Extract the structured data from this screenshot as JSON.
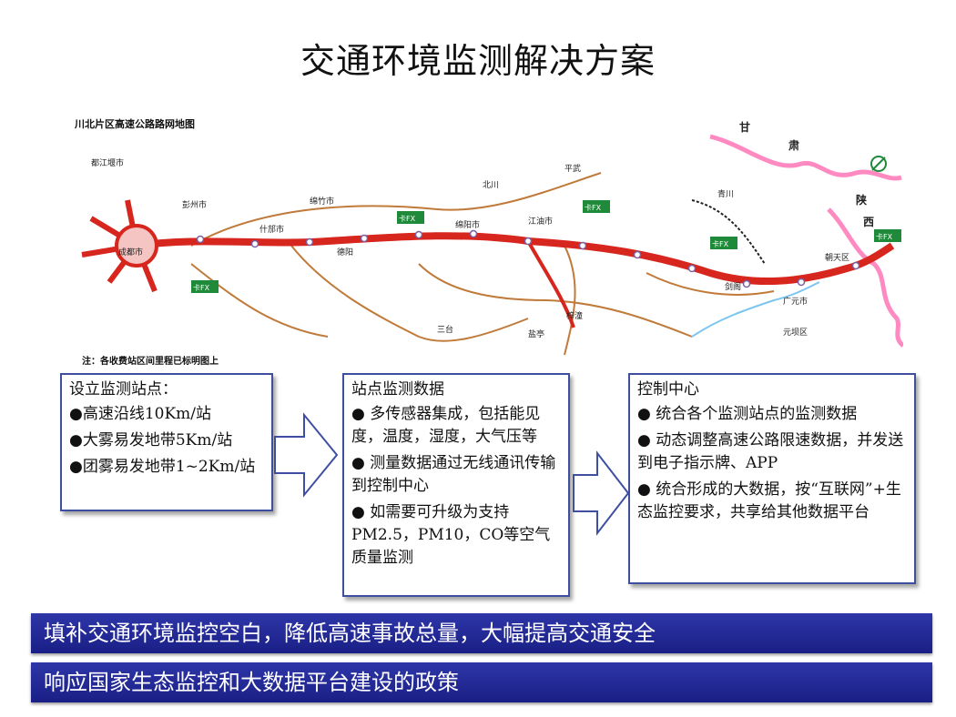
{
  "slide": {
    "title": "交通环境监测解决方案"
  },
  "map": {
    "title": "川北片区高速公路路网地图",
    "note": "注：各收费站区间里程已标明图上",
    "labels": {
      "chengdu": "成都市",
      "dujiangyan": "都江堰市",
      "pengzhou": "彭州市",
      "shifang": "什邡市",
      "mianzhu": "绵竹市",
      "deyang": "德阳",
      "mianyang": "绵阳市",
      "jiangyou": "江油市",
      "santai": "三台",
      "yanting": "盐亭",
      "zitong": "梓潼",
      "jiange": "剑阁",
      "guangyuan": "广元市",
      "yuanba": "元坝区",
      "chaotian": "朝天区",
      "qingchuan": "青川",
      "pingwu": "平武",
      "beichuan": "北川",
      "gansu": "甘",
      "su": "肃",
      "shaan": "陕",
      "xi": "西",
      "station_tag": "卡FX"
    }
  },
  "boxes": {
    "left": {
      "head": "设立监测站点：",
      "items": [
        "●高速沿线10Km/站",
        "●大雾易发地带5Km/站",
        "●团雾易发地带1~2Km/站"
      ]
    },
    "mid": {
      "head": "站点监测数据",
      "items": [
        "● 多传感器集成，包括能见度，温度，湿度，大气压等",
        "● 测量数据通过无线通讯传输到控制中心",
        "● 如需要可升级为支持PM2.5，PM10，CO等空气质量监测"
      ]
    },
    "right": {
      "head": "控制中心",
      "items": [
        "● 统合各个监测站点的监测数据",
        "● 动态调整高速公路限速数据，并发送到电子指示牌、APP",
        "● 统合形成的大数据，按“互联网”+生态监控要求，共享给其他数据平台"
      ]
    }
  },
  "banners": [
    "填补交通环境监控空白，降低高速事故总量，大幅提高交通安全",
    "响应国家生态监控和大数据平台建设的政策"
  ],
  "colors": {
    "accent": "#3f4fa0",
    "banner": "#1f2590",
    "highway": "#d7261e",
    "road": "#c07a3a",
    "border_pink": "#ff3c9a"
  }
}
